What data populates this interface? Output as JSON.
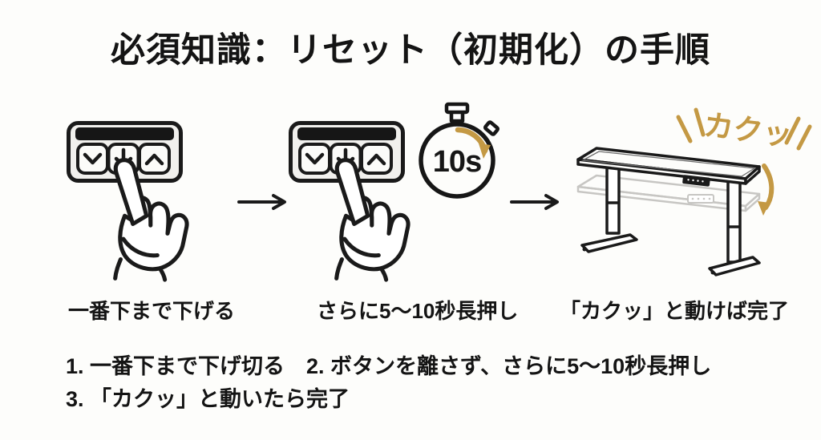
{
  "meta": {
    "background": "#FDFDFB",
    "ink": "#1A1A1A",
    "accent_gold": "#C49944",
    "ghost_gray": "#C7C6C3"
  },
  "title": "必須知識：リセット（初期化）の手順",
  "steps": [
    {
      "caption": "一番下まで下げる",
      "illustration": "hand-pressing-down-arrow-on-desk-remote",
      "remote": {
        "display": "blank-black",
        "buttons": [
          "chevron-down",
          "arrow-down",
          "chevron-up"
        ],
        "pressed": "arrow-down"
      }
    },
    {
      "caption": "さらに5〜10秒長押し",
      "illustration": "hand-holding-down-arrow-with-stopwatch",
      "remote": {
        "display": "blank-black",
        "buttons": [
          "chevron-down",
          "arrow-down",
          "chevron-up"
        ],
        "pressed": "arrow-down"
      },
      "stopwatch": {
        "label": "10s"
      }
    },
    {
      "caption": "「カクッ」と動けば完了",
      "illustration": "standing-desk-dropping-slightly",
      "sound_effect": "カクッ"
    }
  ],
  "instructions": {
    "line1": "1. 一番下まで下げ切る　2. ボタンを離さず、さらに5〜10秒長押し",
    "line2": "3. 「カクッ」と動いたら完了"
  }
}
